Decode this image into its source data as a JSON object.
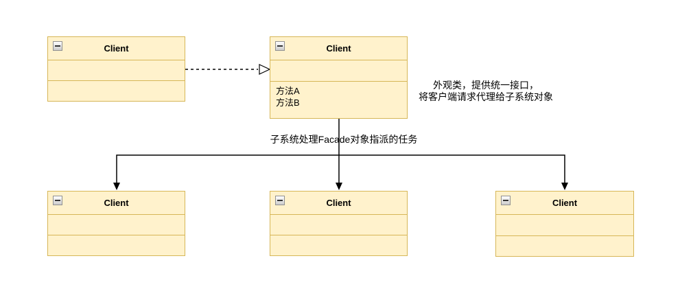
{
  "diagram": {
    "type": "uml-class-diagram-facade-pattern",
    "boxes": [
      {
        "id": "top-left",
        "title": "Client"
      },
      {
        "id": "facade",
        "title": "Client",
        "method_a": "方法A",
        "method_b": "方法B"
      },
      {
        "id": "bottom-left",
        "title": "Client"
      },
      {
        "id": "bottom-middle",
        "title": "Client"
      },
      {
        "id": "bottom-right",
        "title": "Client"
      }
    ],
    "annotations": {
      "facade_note_line1": "外观类，提供统一接口，",
      "facade_note_line2": "将客户端请求代理给子系统对象",
      "subsystem_note": "子系统处理Facade对象指派的任务"
    },
    "colors": {
      "box_fill": "#FFF2CC",
      "box_border": "#D6B656",
      "connector": "#000000",
      "background": "#FFFFFF"
    }
  }
}
